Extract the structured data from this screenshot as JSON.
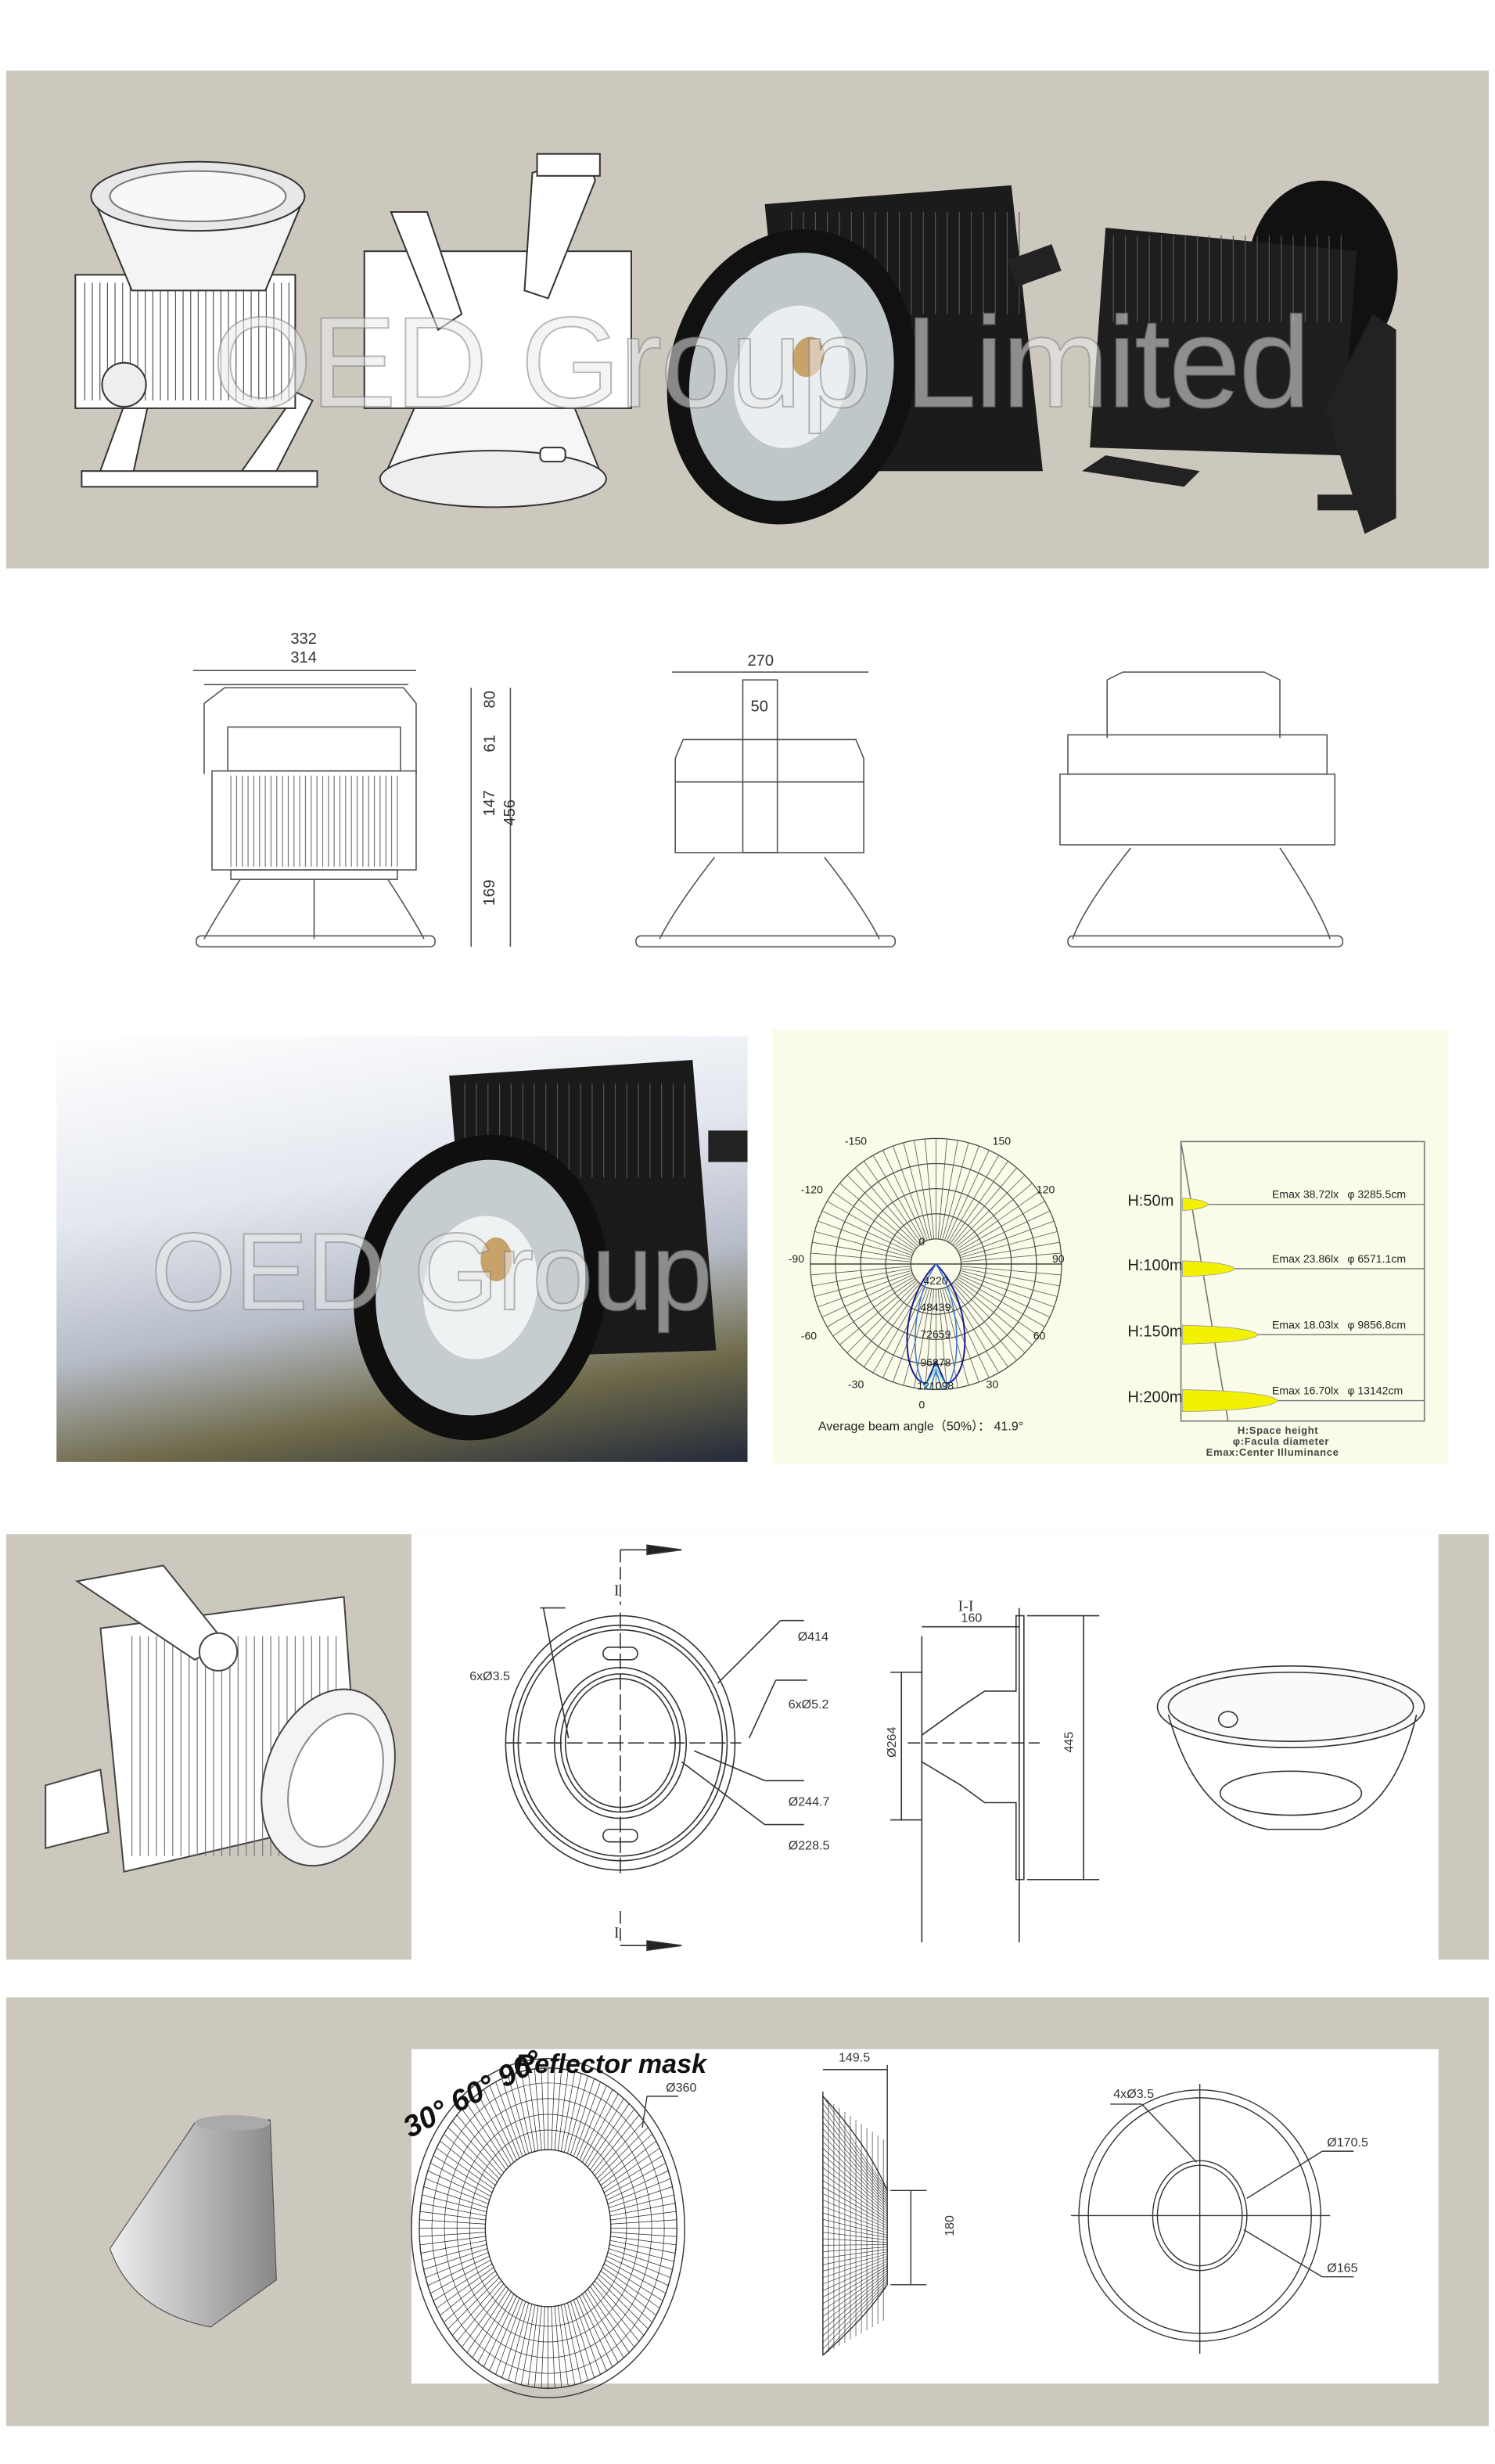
{
  "watermark": "OED Group Limited",
  "dimensions_front": {
    "w_outer": "332",
    "w_inner": "314",
    "h_bracket": "80",
    "h_fins": "61",
    "h_body": "147",
    "h_reflector": "169",
    "h_total": "456"
  },
  "dimensions_side": {
    "width": "270",
    "bracket": "50"
  },
  "photometry": {
    "polar_angle_labels": [
      "-150",
      "150",
      "-120",
      "120",
      "-90",
      "90",
      "-60",
      "60",
      "-30",
      "30",
      "0",
      "0"
    ],
    "polar_ring_labels": [
      "4220",
      "48439",
      "72659",
      "96878",
      "121098"
    ],
    "beam_angle_text": "Average beam angle（50%）： 41.9°",
    "rows": [
      {
        "height": "H:50m",
        "emax": "Emax 38.72lx",
        "diameter": "φ 3285.5cm"
      },
      {
        "height": "H:100m",
        "emax": "Emax 23.86lx",
        "diameter": "φ 6571.1cm"
      },
      {
        "height": "H:150m",
        "emax": "Emax 18.03lx",
        "diameter": "φ 9856.8cm"
      },
      {
        "height": "H:200m",
        "emax": "Emax 16.70lx",
        "diameter": "φ 13142cm"
      }
    ],
    "legend": [
      "H:Space height",
      "φ:Facula diameter",
      "Emax:Center Illuminance"
    ],
    "spot_color": "#f2f200",
    "curve_colors": [
      "#1a1a8c",
      "#3a7bd5",
      "#5fd3d3"
    ]
  },
  "reflector_drawing": {
    "section_top": "I",
    "section_bottom": "I",
    "section_title": "I-I",
    "d414": "Ø414",
    "holes_35": "6xØ3.5",
    "holes_52": "6xØ5.2",
    "d2447": "Ø244.7",
    "d2285": "Ø228.5",
    "depth": "160",
    "d264": "Ø264",
    "h445": "445"
  },
  "reflector_mask": {
    "title": "Reflector mask",
    "angles": "30° 60° 90°",
    "d360": "Ø360",
    "depth": "149.5",
    "h180": "180",
    "holes": "4xØ3.5",
    "d1705": "Ø170.5",
    "d165": "Ø165"
  },
  "colors": {
    "panel_bg": "#cdc8be",
    "chart_bg": "#fbfbe9"
  }
}
